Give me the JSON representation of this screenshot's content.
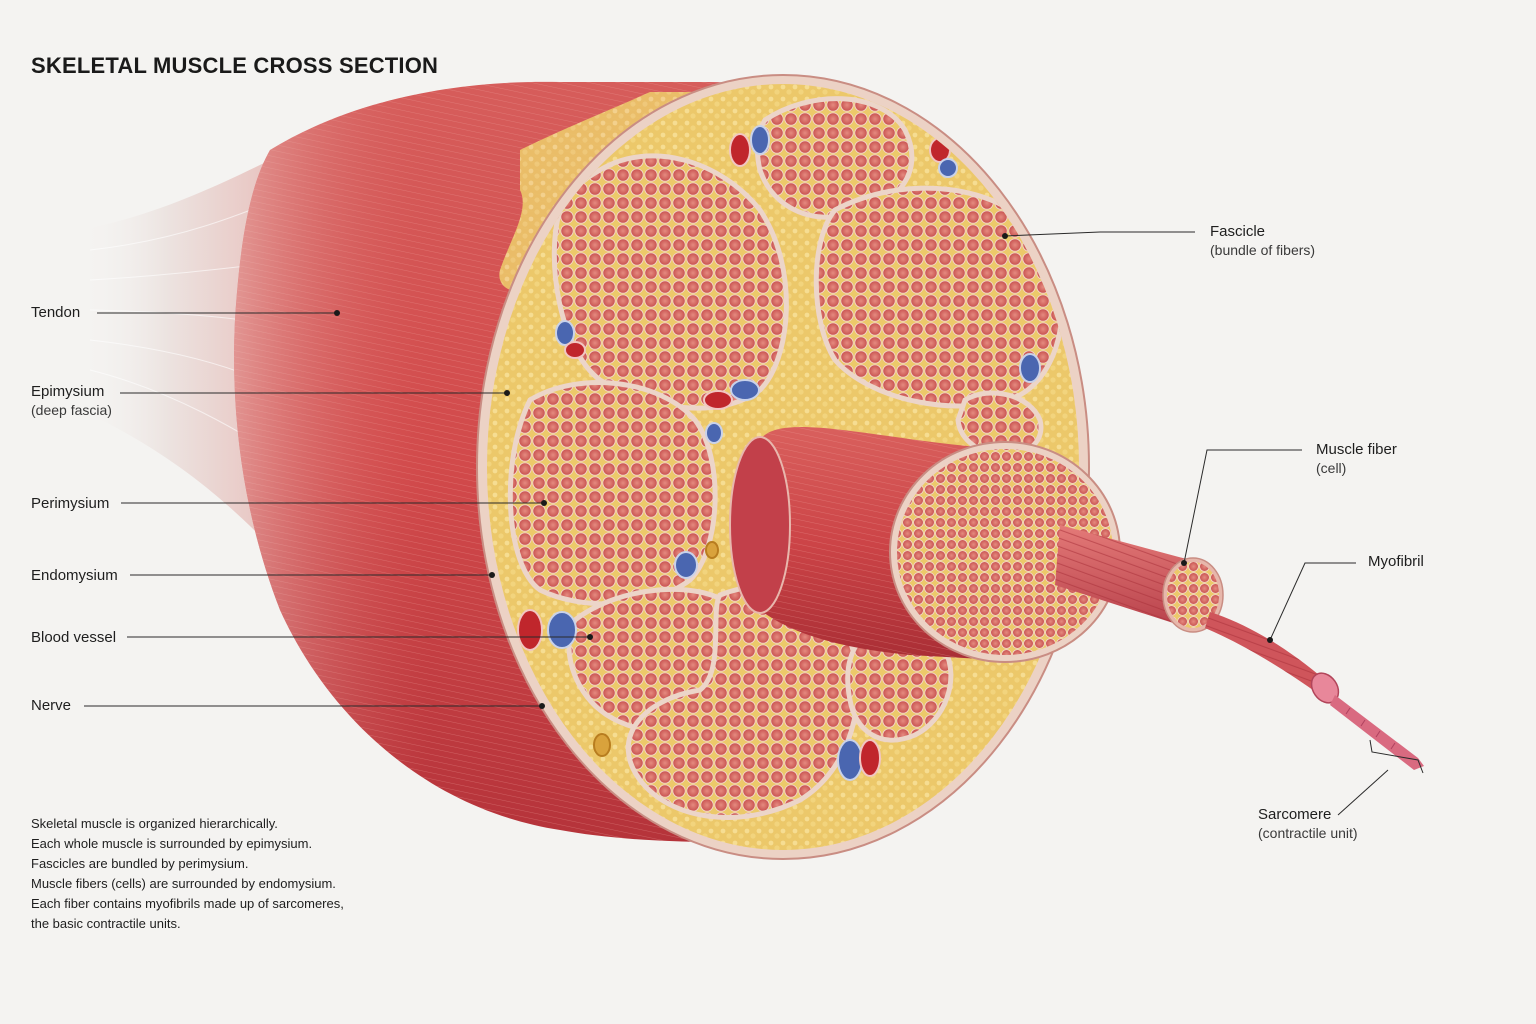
{
  "title": "SKELETAL MUSCLE CROSS SECTION",
  "labels": {
    "tendon": "Tendon",
    "epimysium": "Epimysium",
    "epimysium_sub": "(deep fascia)",
    "perimysium": "Perimysium",
    "endomysium": "Endomysium",
    "blood_vessel": "Blood vessel",
    "nerve": "Nerve",
    "fascicle": "Fascicle",
    "fascicle_sub": "(bundle of fibers)",
    "muscle_fiber": "Muscle fiber",
    "muscle_fiber_sub": "(cell)",
    "myofibril": "Myofibril",
    "sarcomere": "Sarcomere",
    "sarcomere_sub": "(contractile unit)"
  },
  "note_lines": [
    "Skeletal muscle is organized hierarchically.",
    "Each whole muscle is surrounded by epimysium.",
    "Fascicles are bundled by perimysium.",
    "Muscle fibers (cells) are surrounded by endomysium.",
    "Each fiber contains myofibrils made up of sarcomeres,",
    "the basic contractile units."
  ],
  "colors": {
    "muscle": "#d4504f",
    "muscle_dark": "#b8353a",
    "fiber": "#d86a62",
    "fat": "#ecc96a",
    "sheath": "#e9c6b4",
    "artery": "#c0262c",
    "vein": "#4a66b0",
    "tendon": "#efe6e3"
  }
}
